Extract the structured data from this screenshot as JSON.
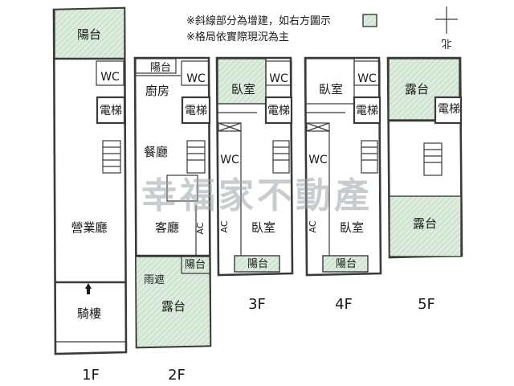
{
  "notes": {
    "line1": "※斜線部分為增建，如右方圖示",
    "line2": "※格局依實際現況為主",
    "hatch_color": "#d9eadb"
  },
  "compass": {
    "label": "北"
  },
  "watermark": "幸福家不動產",
  "floors": {
    "f1": {
      "label": "1F",
      "balcony": "陽台",
      "wc": "WC",
      "elevator": "電梯",
      "hall": "營業廳",
      "arcade": "騎樓"
    },
    "f2": {
      "label": "2F",
      "balcony_top": "陽台",
      "kitchen": "廚房",
      "wc": "WC",
      "elevator": "電梯",
      "dining": "餐廳",
      "living": "客廳",
      "ac": "AC",
      "balcony_bottom": "陽台",
      "awning": "雨遮",
      "terrace": "露台"
    },
    "f3": {
      "label": "3F",
      "bedroom_top": "臥室",
      "wc": "WC",
      "elevator": "電梯",
      "wc2": "WC",
      "ac": "AC",
      "bedroom": "臥室",
      "balcony": "陽台"
    },
    "f4": {
      "label": "4F",
      "bedroom_top": "臥室",
      "wc": "WC",
      "elevator": "電梯",
      "wc2": "WC",
      "ac": "AC",
      "bedroom": "臥室",
      "balcony": "陽台"
    },
    "f5": {
      "label": "5F",
      "terrace_top": "露台",
      "elevator": "電梯",
      "terrace_bottom": "露台"
    }
  }
}
